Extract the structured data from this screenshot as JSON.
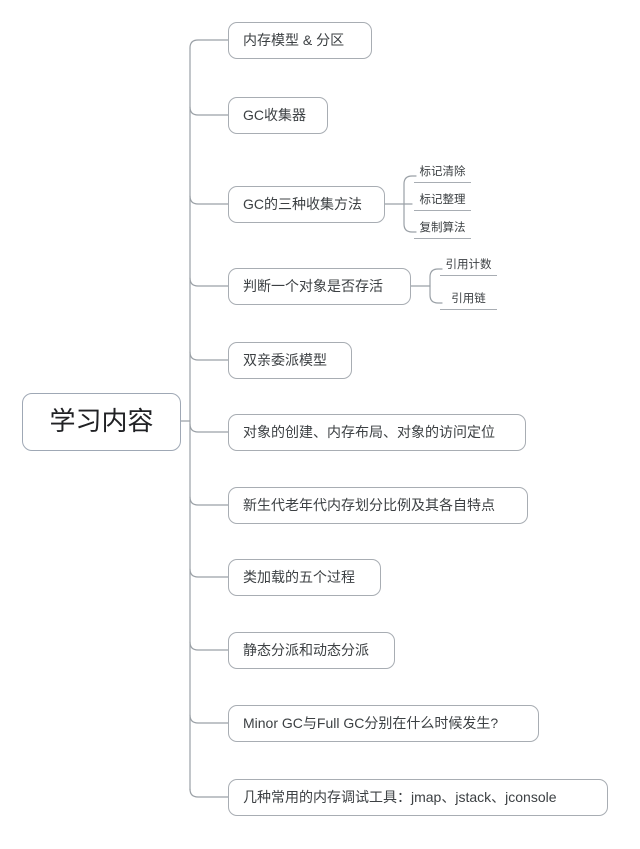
{
  "diagram": {
    "type": "mind-map",
    "title": "学习内容",
    "orientation": "left-root-right-branches",
    "theme": {
      "background": "#ffffff",
      "node_border": "#a8adb3",
      "root_border": "#9fa8b5",
      "connector": "#9aa0a6",
      "text": "#3c4043"
    }
  },
  "root": {
    "label": "学习内容"
  },
  "branches": [
    {
      "label": "内存模型 & 分区",
      "children": []
    },
    {
      "label": "GC收集器",
      "children": []
    },
    {
      "label": "GC的三种收集方法",
      "children": [
        {
          "label": "标记清除"
        },
        {
          "label": "标记整理"
        },
        {
          "label": "复制算法"
        }
      ]
    },
    {
      "label": "判断一个对象是否存活",
      "children": [
        {
          "label": "引用计数"
        },
        {
          "label": "引用链"
        }
      ]
    },
    {
      "label": "双亲委派模型",
      "children": []
    },
    {
      "label": "对象的创建、内存布局、对象的访问定位",
      "children": []
    },
    {
      "label": "新生代老年代内存划分比例及其各自特点",
      "children": []
    },
    {
      "label": "类加载的五个过程",
      "children": []
    },
    {
      "label": "静态分派和动态分派",
      "children": []
    },
    {
      "label": "Minor GC与Full GC分别在什么时候发生?",
      "children": []
    },
    {
      "label": "几种常用的内存调试工具：jmap、jstack、jconsole",
      "children": []
    }
  ]
}
